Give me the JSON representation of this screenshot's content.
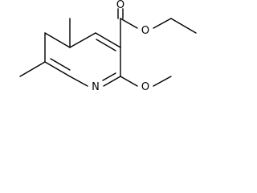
{
  "structure": {
    "atoms": {
      "ring_nitrogen": "N",
      "carbonyl_oxygen": "O",
      "ester_oxygen": "O",
      "methoxy_oxygen": "O"
    }
  }
}
